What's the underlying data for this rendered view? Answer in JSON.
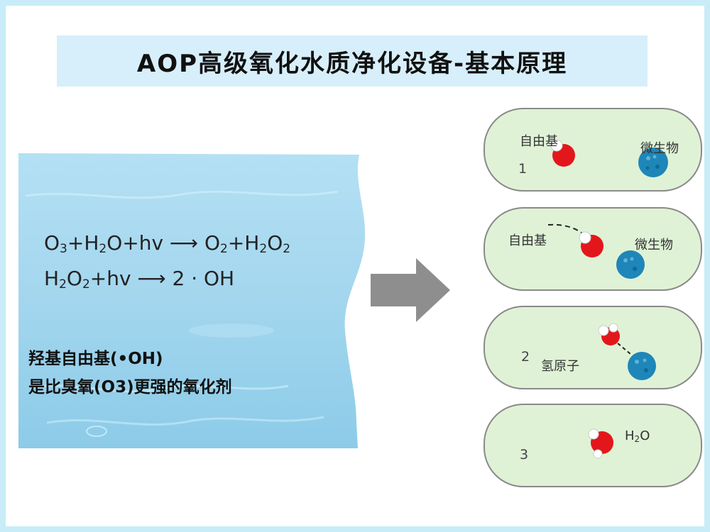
{
  "title": "AOP高级氧化水质净化设备-基本原理",
  "formulas": {
    "line1": [
      "O",
      "3",
      "+H",
      "2",
      "O+hv ⟶ O",
      "2",
      "+H",
      "2",
      "O",
      "2"
    ],
    "line2": [
      "H",
      "2",
      "O",
      "2",
      "+hv ⟶ 2 · OH"
    ]
  },
  "caption": {
    "line1": "羟基自由基(•OH)",
    "line2": "是比臭氧(O3)更强的氧化剂"
  },
  "panels": [
    {
      "number": "1",
      "left_label": "自由基",
      "right_label": "微生物"
    },
    {
      "number": "",
      "left_label": "自由基",
      "right_label": "微生物"
    },
    {
      "number": "2",
      "left_label": "氢原子",
      "right_label": ""
    },
    {
      "number": "3",
      "product": [
        "H",
        "2",
        "O"
      ]
    }
  ],
  "colors": {
    "frame": "#c8ecf8",
    "title_band": "#d7effa",
    "water": "#9fd3ec",
    "panel_fill": "#dff2d6",
    "panel_border": "#8a8a8a",
    "radical_red": "#e3171b",
    "microbe_blue": "#1e86b8",
    "arrow_gray": "#8e8e8e"
  }
}
